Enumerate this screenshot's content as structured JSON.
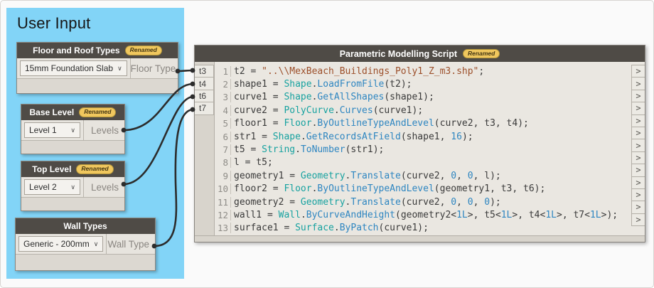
{
  "group": {
    "title": "User Input"
  },
  "badge_label": "Renamed",
  "input_nodes": [
    {
      "title": "Floor and Roof Types",
      "renamed": true,
      "dropdown_value": "15mm Foundation Slab",
      "output_label": "Floor Type"
    },
    {
      "title": "Base Level",
      "renamed": true,
      "dropdown_value": "Level 1",
      "output_label": "Levels"
    },
    {
      "title": "Top Level",
      "renamed": true,
      "dropdown_value": "Level 2",
      "output_label": "Levels"
    },
    {
      "title": "Wall Types",
      "renamed": false,
      "dropdown_value": "Generic - 200mm",
      "output_label": "Wall Type"
    }
  ],
  "chevron_symbol": "∨",
  "script_node": {
    "title": "Parametric Modelling Script",
    "renamed": true,
    "input_ports": [
      "t3",
      "t4",
      "t6",
      "t7"
    ],
    "output_port_symbol": ">",
    "code_lines": [
      {
        "number": 1,
        "segments": [
          [
            "t2 = ",
            "p"
          ],
          [
            "\"..\\\\MexBeach_Buildings_Poly1_Z_m3.shp\"",
            "s"
          ],
          [
            ";",
            "p"
          ]
        ]
      },
      {
        "number": 2,
        "segments": [
          [
            "shape1 = ",
            "p"
          ],
          [
            "Shape",
            "c"
          ],
          [
            ".",
            "p"
          ],
          [
            "LoadFromFile",
            "m"
          ],
          [
            "(t2);",
            "p"
          ]
        ]
      },
      {
        "number": 3,
        "segments": [
          [
            "curve1 = ",
            "p"
          ],
          [
            "Shape",
            "c"
          ],
          [
            ".",
            "p"
          ],
          [
            "GetAllShapes",
            "m"
          ],
          [
            "(shape1);",
            "p"
          ]
        ]
      },
      {
        "number": 4,
        "segments": [
          [
            "curve2 = ",
            "p"
          ],
          [
            "PolyCurve",
            "c"
          ],
          [
            ".",
            "p"
          ],
          [
            "Curves",
            "m"
          ],
          [
            "(curve1);",
            "p"
          ]
        ]
      },
      {
        "number": 5,
        "segments": [
          [
            "floor1 = ",
            "p"
          ],
          [
            "Floor",
            "c"
          ],
          [
            ".",
            "p"
          ],
          [
            "ByOutlineTypeAndLevel",
            "m"
          ],
          [
            "(curve2, t3, t4);",
            "p"
          ]
        ]
      },
      {
        "number": 6,
        "segments": [
          [
            "str1 = ",
            "p"
          ],
          [
            "Shape",
            "c"
          ],
          [
            ".",
            "p"
          ],
          [
            "GetRecordsAtField",
            "m"
          ],
          [
            "(shape1, ",
            "p"
          ],
          [
            "16",
            "n"
          ],
          [
            ");",
            "p"
          ]
        ]
      },
      {
        "number": 7,
        "segments": [
          [
            "t5 = ",
            "p"
          ],
          [
            "String",
            "c"
          ],
          [
            ".",
            "p"
          ],
          [
            "ToNumber",
            "m"
          ],
          [
            "(str1);",
            "p"
          ]
        ]
      },
      {
        "number": 8,
        "segments": [
          [
            "l = t5;",
            "p"
          ]
        ]
      },
      {
        "number": 9,
        "segments": [
          [
            "geometry1 = ",
            "p"
          ],
          [
            "Geometry",
            "c"
          ],
          [
            ".",
            "p"
          ],
          [
            "Translate",
            "m"
          ],
          [
            "(curve2, ",
            "p"
          ],
          [
            "0",
            "n"
          ],
          [
            ", ",
            "p"
          ],
          [
            "0",
            "n"
          ],
          [
            ", l);",
            "p"
          ]
        ]
      },
      {
        "number": 10,
        "segments": [
          [
            "floor2 = ",
            "p"
          ],
          [
            "Floor",
            "c"
          ],
          [
            ".",
            "p"
          ],
          [
            "ByOutlineTypeAndLevel",
            "m"
          ],
          [
            "(geometry1, t3, t6);",
            "p"
          ]
        ]
      },
      {
        "number": 11,
        "segments": [
          [
            "geometry2 = ",
            "p"
          ],
          [
            "Geometry",
            "c"
          ],
          [
            ".",
            "p"
          ],
          [
            "Translate",
            "m"
          ],
          [
            "(curve2, ",
            "p"
          ],
          [
            "0",
            "n"
          ],
          [
            ", ",
            "p"
          ],
          [
            "0",
            "n"
          ],
          [
            ", ",
            "p"
          ],
          [
            "0",
            "n"
          ],
          [
            ");",
            "p"
          ]
        ]
      },
      {
        "number": 12,
        "segments": [
          [
            "wall1 = ",
            "p"
          ],
          [
            "Wall",
            "c"
          ],
          [
            ".",
            "p"
          ],
          [
            "ByCurveAndHeight",
            "m"
          ],
          [
            "(geometry2<",
            "p"
          ],
          [
            "1L",
            "n"
          ],
          [
            ">, t5<",
            "p"
          ],
          [
            "1L",
            "n"
          ],
          [
            ">, t4<",
            "p"
          ],
          [
            "1L",
            "n"
          ],
          [
            ">, t7<",
            "p"
          ],
          [
            "1L",
            "n"
          ],
          [
            ">);",
            "p"
          ]
        ]
      },
      {
        "number": 13,
        "segments": [
          [
            "surface1 = ",
            "p"
          ],
          [
            "Surface",
            "c"
          ],
          [
            ".",
            "p"
          ],
          [
            "ByPatch",
            "m"
          ],
          [
            "(curve1);",
            "p"
          ]
        ]
      }
    ]
  },
  "colors": {
    "group_bg": "#82d4f7",
    "node_header_bg": "#4f4b46",
    "badge_bg": "#f0c75e",
    "code_plain": "#3a3a3a",
    "code_string": "#9c4f2a",
    "code_class": "#17a2a0",
    "code_method": "#2e86c1",
    "code_number": "#2e86c1",
    "wire": "#2c2c2c"
  }
}
